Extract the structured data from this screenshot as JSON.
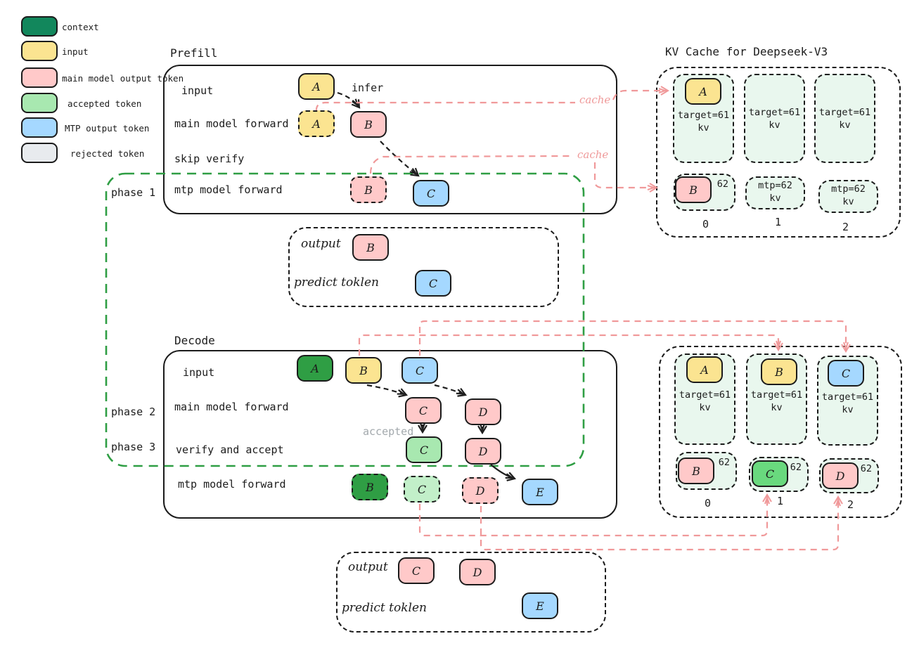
{
  "palette": {
    "context": "#12875c",
    "context_alt": "#2f9e44",
    "input": "#fbe491",
    "main_output": "#ffc9c9",
    "accepted": "#a8e8b0",
    "accepted_strong": "#69d97e",
    "mtp_output": "#a5d8ff",
    "rejected": "#e8ebee",
    "slot_bg": "#e9f7ee",
    "line_pink": "#f0999a",
    "line_green": "#2f9e44",
    "ink": "#1b1b1b"
  },
  "legend": {
    "items": [
      {
        "label": "context"
      },
      {
        "label": "input"
      },
      {
        "label": "main model output token"
      },
      {
        "label": "accepted token"
      },
      {
        "label": "MTP output token"
      },
      {
        "label": "rejected token"
      }
    ]
  },
  "prefill": {
    "title": "Prefill",
    "rows": [
      "input",
      "main model forward",
      "skip verify",
      "mtp model forward"
    ],
    "infer_label": "infer",
    "tokens": {
      "input_a": "A",
      "fwd_a": "A",
      "fwd_b": "B",
      "mtp_b": "B",
      "mtp_c": "C"
    }
  },
  "cache_labels": {
    "first": "cache",
    "second": "cache"
  },
  "kv_top": {
    "title": "KV Cache for Deepseek-V3",
    "target_slots": [
      {
        "token": "A",
        "line1": "target=61",
        "line2": "kv"
      },
      {
        "line1": "target=61",
        "line2": "kv"
      },
      {
        "line1": "target=61",
        "line2": "kv"
      }
    ],
    "mtp_slots": [
      {
        "token": "B",
        "value": "62"
      },
      {
        "line1": "mtp=62",
        "line2": "kv"
      },
      {
        "line1": "mtp=62",
        "line2": "kv"
      }
    ],
    "indices": [
      "0",
      "1",
      "2"
    ]
  },
  "output1": {
    "output_label": "output",
    "output_tokens": {
      "b": "B"
    },
    "predict_label": "predict toklen",
    "predict_tokens": {
      "c": "C"
    }
  },
  "phases": {
    "p1": "phase 1",
    "p2": "phase 2",
    "p3": "phase 3"
  },
  "decode": {
    "title": "Decode",
    "rows": [
      "input",
      "main model forward",
      "verify and accept",
      "mtp model forward"
    ],
    "accepted_label": "accepted",
    "tokens": {
      "input_a": "A",
      "input_b": "B",
      "input_c": "C",
      "main_c": "C",
      "main_d": "D",
      "ver_c": "C",
      "ver_d": "D",
      "mtp_b": "B",
      "mtp_c": "C",
      "mtp_d": "D",
      "mtp_e": "E"
    }
  },
  "kv_bottom": {
    "target_slots": [
      {
        "token": "A",
        "line1": "target=61",
        "line2": "kv"
      },
      {
        "token": "B",
        "line1": "target=61",
        "line2": "kv"
      },
      {
        "token": "C",
        "line1": "target=61",
        "line2": "kv"
      }
    ],
    "mtp_slots": [
      {
        "token": "B",
        "value": "62"
      },
      {
        "token": "C",
        "value": "62"
      },
      {
        "token": "D",
        "value": "62"
      }
    ],
    "indices": [
      "0",
      "1",
      "2"
    ]
  },
  "output2": {
    "output_label": "output",
    "output_tokens": {
      "c": "C",
      "d": "D"
    },
    "predict_label": "predict toklen",
    "predict_tokens": {
      "e": "E"
    }
  }
}
